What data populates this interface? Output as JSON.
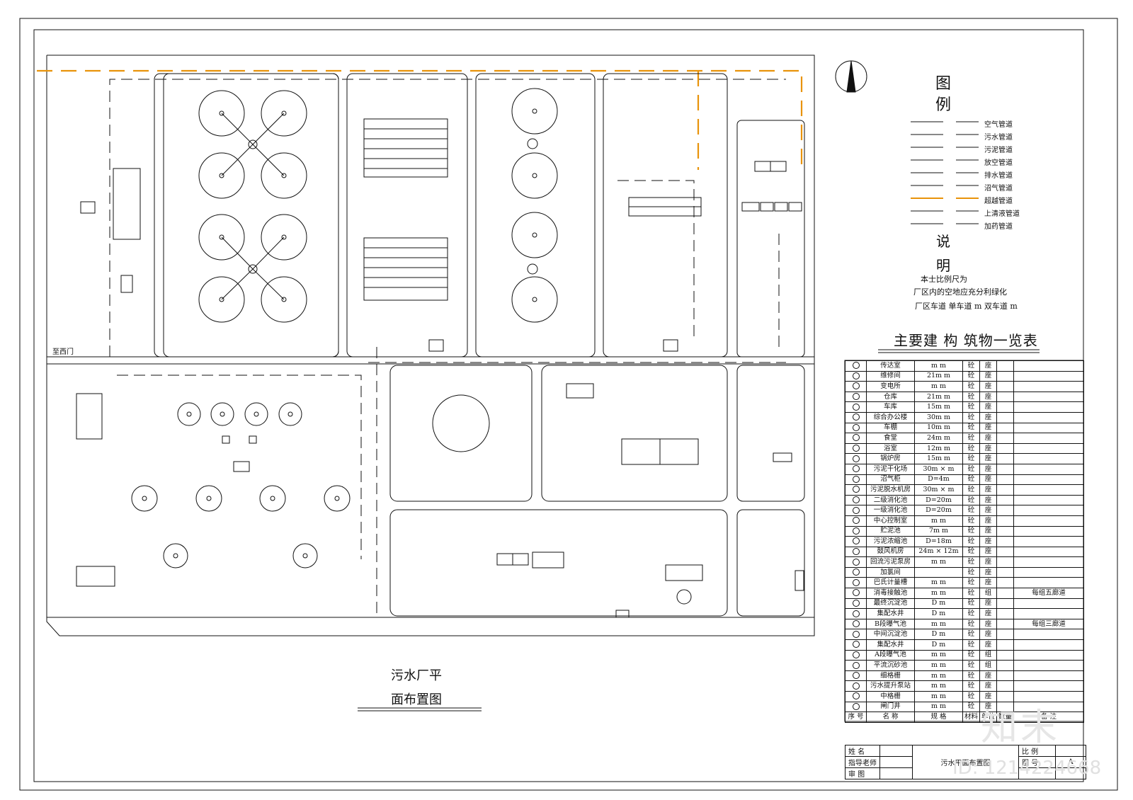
{
  "plan": {
    "title_line1": "污水厂平",
    "title_line2": "面布置图",
    "west_gate": "至西门"
  },
  "legend": {
    "title": "图例",
    "items": [
      {
        "label": "空气管道",
        "style": "solid"
      },
      {
        "label": "污水管道",
        "style": "solid"
      },
      {
        "label": "污泥管道",
        "style": "solid"
      },
      {
        "label": "放空管道",
        "style": "solid"
      },
      {
        "label": "排水管道",
        "style": "solid"
      },
      {
        "label": "沼气管道",
        "style": "solid"
      },
      {
        "label": "超越管道",
        "style": "dashed",
        "color": "#e8930a"
      },
      {
        "label": "上清液管道",
        "style": "solid"
      },
      {
        "label": "加药管道",
        "style": "solid"
      }
    ]
  },
  "notes": {
    "title": "说明",
    "lines": [
      "本士比例尺为",
      "厂区内的空地应充分利绿化",
      "厂区车道 单车道    m 双车道  m"
    ]
  },
  "building_table": {
    "title": "主要建 构 筑物一览表",
    "rows": [
      {
        "name": "传达室",
        "spec": "m     m",
        "mat": "砼",
        "unit": "座",
        "note": ""
      },
      {
        "name": "维修间",
        "spec": "21m     m",
        "mat": "砼",
        "unit": "座",
        "note": ""
      },
      {
        "name": "变电所",
        "spec": "m     m",
        "mat": "砼",
        "unit": "座",
        "note": ""
      },
      {
        "name": "仓库",
        "spec": "21m     m",
        "mat": "砼",
        "unit": "座",
        "note": ""
      },
      {
        "name": "车库",
        "spec": "15m     m",
        "mat": "砼",
        "unit": "座",
        "note": ""
      },
      {
        "name": "综合办公楼",
        "spec": "30m     m",
        "mat": "砼",
        "unit": "座",
        "note": ""
      },
      {
        "name": "车棚",
        "spec": "10m     m",
        "mat": "砼",
        "unit": "座",
        "note": ""
      },
      {
        "name": "食堂",
        "spec": "24m     m",
        "mat": "砼",
        "unit": "座",
        "note": ""
      },
      {
        "name": "浴室",
        "spec": "12m     m",
        "mat": "砼",
        "unit": "座",
        "note": ""
      },
      {
        "name": "锅炉房",
        "spec": "15m     m",
        "mat": "砼",
        "unit": "座",
        "note": ""
      },
      {
        "name": "污泥干化场",
        "spec": "30m ×    m",
        "mat": "砼",
        "unit": "座",
        "note": ""
      },
      {
        "name": "沼气柜",
        "spec": "D=4m",
        "mat": "砼",
        "unit": "座",
        "note": ""
      },
      {
        "name": "污泥脱水机房",
        "spec": "30m ×    m",
        "mat": "砼",
        "unit": "座",
        "note": ""
      },
      {
        "name": "二级消化池",
        "spec": "D=20m",
        "mat": "砼",
        "unit": "座",
        "note": ""
      },
      {
        "name": "一级消化池",
        "spec": "D=20m",
        "mat": "砼",
        "unit": "座",
        "note": ""
      },
      {
        "name": "中心控制室",
        "spec": "m     m",
        "mat": "砼",
        "unit": "座",
        "note": ""
      },
      {
        "name": "贮泥池",
        "spec": "7m     m",
        "mat": "砼",
        "unit": "座",
        "note": ""
      },
      {
        "name": "污泥浓缩池",
        "spec": "D=18m",
        "mat": "砼",
        "unit": "座",
        "note": ""
      },
      {
        "name": "鼓风机房",
        "spec": "24m × 12m",
        "mat": "砼",
        "unit": "座",
        "note": ""
      },
      {
        "name": "回流污泥泵房",
        "spec": "m     m",
        "mat": "砼",
        "unit": "座",
        "note": ""
      },
      {
        "name": "加氯间",
        "spec": "",
        "mat": "砼",
        "unit": "座",
        "note": ""
      },
      {
        "name": "巴氏计量槽",
        "spec": "m     m",
        "mat": "砼",
        "unit": "座",
        "note": ""
      },
      {
        "name": "消毒接触池",
        "spec": "m     m",
        "mat": "砼",
        "unit": "组",
        "note": "每组五廊道"
      },
      {
        "name": "最终沉淀池",
        "spec": "D   m",
        "mat": "砼",
        "unit": "座",
        "note": ""
      },
      {
        "name": "集配水井",
        "spec": "D   m",
        "mat": "砼",
        "unit": "座",
        "note": ""
      },
      {
        "name": "B段曝气池",
        "spec": "m     m",
        "mat": "砼",
        "unit": "座",
        "note": "每组三廊道"
      },
      {
        "name": "中间沉淀池",
        "spec": "D   m",
        "mat": "砼",
        "unit": "座",
        "note": ""
      },
      {
        "name": "集配水井",
        "spec": "D   m",
        "mat": "砼",
        "unit": "座",
        "note": ""
      },
      {
        "name": "A段曝气池",
        "spec": "m     m",
        "mat": "砼",
        "unit": "组",
        "note": ""
      },
      {
        "name": "平流沉砂池",
        "spec": "m     m",
        "mat": "砼",
        "unit": "组",
        "note": ""
      },
      {
        "name": "细格栅",
        "spec": "m     m",
        "mat": "砼",
        "unit": "座",
        "note": ""
      },
      {
        "name": "污水提升泵站",
        "spec": "m     m",
        "mat": "砼",
        "unit": "座",
        "note": ""
      },
      {
        "name": "中格栅",
        "spec": "m     m",
        "mat": "砼",
        "unit": "座",
        "note": ""
      },
      {
        "name": "闸门井",
        "spec": "m     m",
        "mat": "砼",
        "unit": "座",
        "note": ""
      }
    ],
    "header": {
      "no": "序 号",
      "name": "名    称",
      "spec": "规    格",
      "mat": "材料",
      "unit": "单位",
      "qty": "数量",
      "note": "备    注"
    }
  },
  "title_block": {
    "name_label": "姓    名",
    "advisor_label": "指导老师",
    "review_label": "审    图",
    "drawing_name": "污水平面布置图",
    "scale_label": "比    例",
    "sheet_label": "图    号",
    "sheet_value": "A"
  },
  "watermark": {
    "logo": "知末",
    "id": "ID: 1214224668"
  }
}
